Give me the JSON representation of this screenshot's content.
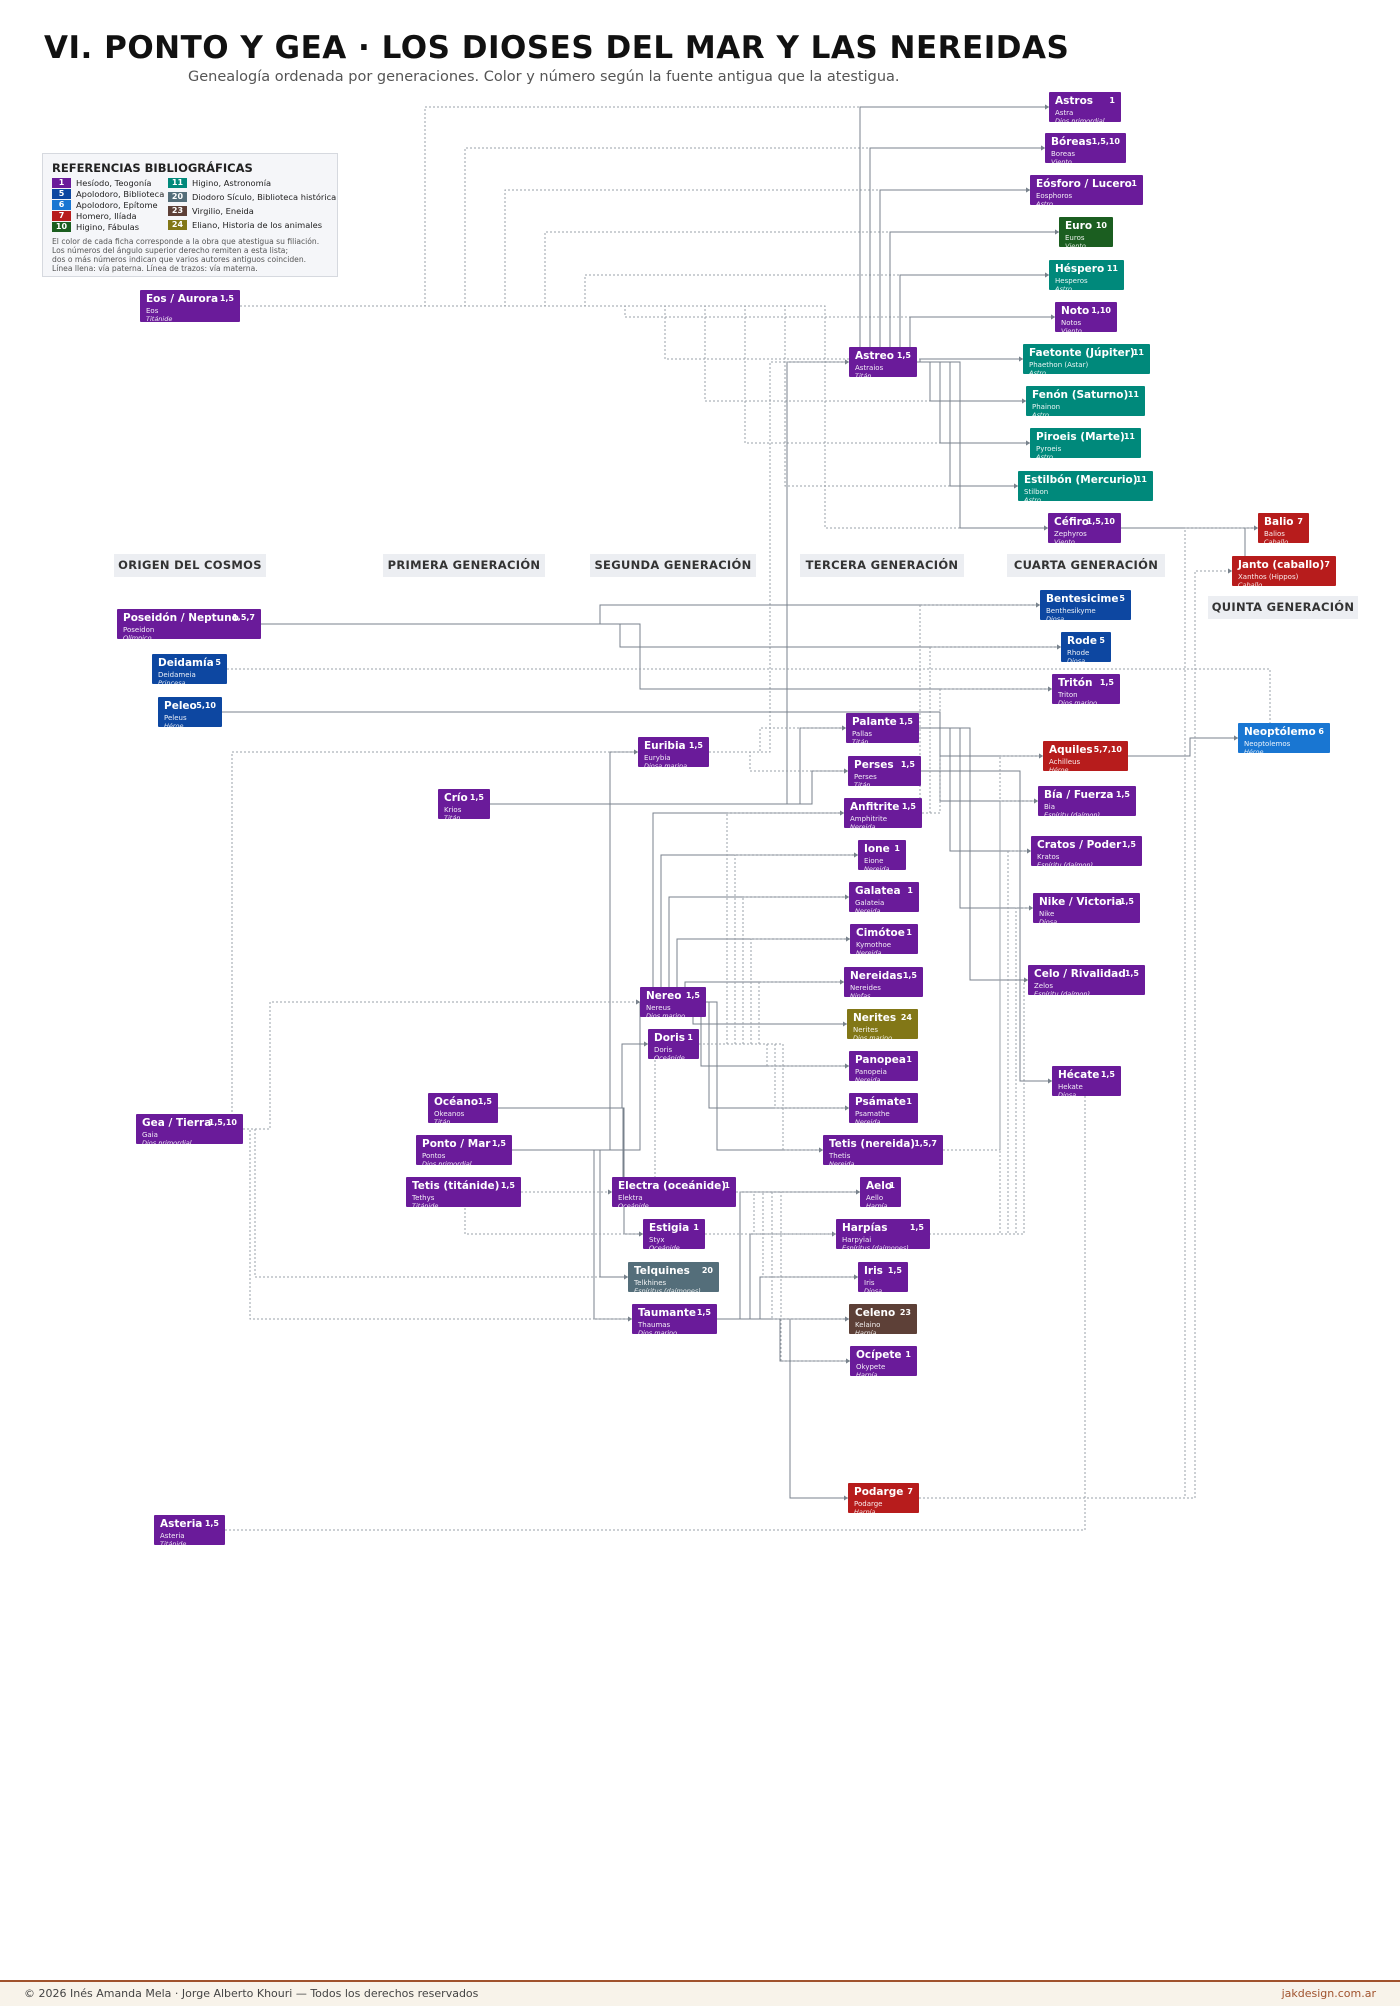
{
  "header": {
    "title": "VI. PONTO Y GEA · LOS DIOSES DEL MAR Y LAS NEREIDAS",
    "subtitle": "Genealogía ordenada por generaciones. Color y número según la fuente antigua que la atestigua."
  },
  "legend": {
    "title": "REFERENCIAS BIBLIOGRÁFICAS",
    "items": [
      {
        "num": "1",
        "label": "Hesíodo, Teogonía",
        "color": "#6a1b9a"
      },
      {
        "num": "5",
        "label": "Apolodoro, Biblioteca",
        "color": "#0d47a1"
      },
      {
        "num": "6",
        "label": "Apolodoro, Epítome",
        "color": "#1976d2"
      },
      {
        "num": "7",
        "label": "Homero, Ilíada",
        "color": "#b71c1c"
      },
      {
        "num": "10",
        "label": "Higino, Fábulas",
        "color": "#1b5e20"
      },
      {
        "num": "11",
        "label": "Higino, Astronomía",
        "color": "#00897b"
      },
      {
        "num": "20",
        "label": "Diodoro Sículo, Biblioteca histórica",
        "color": "#546e7a"
      },
      {
        "num": "23",
        "label": "Virgilio, Eneida",
        "color": "#5d4037"
      },
      {
        "num": "24",
        "label": "Eliano, Historia de los animales",
        "color": "#827717"
      }
    ],
    "notes": [
      "El color de cada ficha corresponde a la obra que atestigua su filiación.",
      "Los números del ángulo superior derecho remiten a esta lista;",
      "dos o más números indican que varios autores antiguos coinciden.",
      "Línea llena: vía paterna. Línea de trazos: vía materna."
    ]
  },
  "generations": [
    {
      "id": "g0",
      "label": "ORIGEN DEL COSMOS"
    },
    {
      "id": "g1",
      "label": "PRIMERA GENERACIÓN"
    },
    {
      "id": "g2",
      "label": "SEGUNDA GENERACIÓN"
    },
    {
      "id": "g3",
      "label": "TERCERA GENERACIÓN"
    },
    {
      "id": "g4",
      "label": "CUARTA GENERACIÓN"
    },
    {
      "id": "g5",
      "label": "QUINTA GENERACIÓN"
    }
  ],
  "colors": {
    "hesiodo": "#6a1b9a",
    "apolodoro_biblioteca": "#0d47a1",
    "apolodoro_epitome": "#1976d2",
    "homero": "#b71c1c",
    "higino_fabulas": "#1b5e20",
    "higino_astronomia": "#00897b",
    "diodoro": "#546e7a",
    "virgilio": "#5d4037",
    "eliano": "#827717",
    "line_paternal": "#78828c",
    "line_maternal": "#9aa0a8"
  },
  "nodes": [
    {
      "id": "astros",
      "name": "Astros",
      "src": "1",
      "greek": "Astra",
      "role": "Dios primordial",
      "color": "#6a1b9a"
    },
    {
      "id": "boreas",
      "name": "Bóreas",
      "src": "1,5,10",
      "greek": "Boreas",
      "role": "Viento",
      "color": "#6a1b9a"
    },
    {
      "id": "eosforo",
      "name": "Eósforo / Lucero",
      "src": "1",
      "greek": "Eosphoros",
      "role": "Astro",
      "color": "#6a1b9a"
    },
    {
      "id": "euro",
      "name": "Euro",
      "src": "10",
      "greek": "Euros",
      "role": "Viento",
      "color": "#1b5e20"
    },
    {
      "id": "hespero",
      "name": "Héspero",
      "src": "11",
      "greek": "Hesperos",
      "role": "Astro",
      "color": "#00897b"
    },
    {
      "id": "noto",
      "name": "Noto",
      "src": "1,10",
      "greek": "Notos",
      "role": "Viento",
      "color": "#6a1b9a"
    },
    {
      "id": "eos",
      "name": "Eos / Aurora",
      "src": "1,5",
      "greek": "Eos",
      "role": "Titánide",
      "color": "#6a1b9a"
    },
    {
      "id": "astreo",
      "name": "Astreo",
      "src": "1,5",
      "greek": "Astraios",
      "role": "Titán",
      "color": "#6a1b9a"
    },
    {
      "id": "faetonte",
      "name": "Faetonte (Júpiter)",
      "src": "11",
      "greek": "Phaethon (Astar)",
      "role": "Astro",
      "color": "#00897b"
    },
    {
      "id": "fenon",
      "name": "Fenón (Saturno)",
      "src": "11",
      "greek": "Phainon",
      "role": "Astro",
      "color": "#00897b"
    },
    {
      "id": "piroeis",
      "name": "Piroeis (Marte)",
      "src": "11",
      "greek": "Pyroeis",
      "role": "Astro",
      "color": "#00897b"
    },
    {
      "id": "estilbon",
      "name": "Estilbón (Mercurio)",
      "src": "11",
      "greek": "Stilbon",
      "role": "Astro",
      "color": "#00897b"
    },
    {
      "id": "cefiro",
      "name": "Céfiro",
      "src": "1,5,10",
      "greek": "Zephyros",
      "role": "Viento",
      "color": "#6a1b9a"
    },
    {
      "id": "balio",
      "name": "Balio",
      "src": "7",
      "greek": "Balios",
      "role": "Caballo",
      "color": "#b71c1c"
    },
    {
      "id": "janto",
      "name": "Janto (caballo)",
      "src": "7",
      "greek": "Xanthos (Hippos)",
      "role": "Caballo",
      "color": "#b71c1c"
    },
    {
      "id": "poseidon",
      "name": "Poseidón / Neptuno",
      "src": "1,5,7",
      "greek": "Poseidon",
      "role": "Olímpico",
      "color": "#6a1b9a"
    },
    {
      "id": "bentesicime",
      "name": "Bentesicime",
      "src": "5",
      "greek": "Benthesikyme",
      "role": "Diosa",
      "color": "#0d47a1"
    },
    {
      "id": "deidamia",
      "name": "Deidamía",
      "src": "5",
      "greek": "Deidameia",
      "role": "Princesa",
      "color": "#0d47a1"
    },
    {
      "id": "rode",
      "name": "Rode",
      "src": "5",
      "greek": "Rhode",
      "role": "Diosa",
      "color": "#0d47a1"
    },
    {
      "id": "peleo",
      "name": "Peleo",
      "src": "5,10",
      "greek": "Peleus",
      "role": "Héroe",
      "color": "#0d47a1"
    },
    {
      "id": "triton",
      "name": "Tritón",
      "src": "1,5",
      "greek": "Triton",
      "role": "Dios marino",
      "color": "#6a1b9a"
    },
    {
      "id": "palante",
      "name": "Palante",
      "src": "1,5",
      "greek": "Pallas",
      "role": "Titán",
      "color": "#6a1b9a"
    },
    {
      "id": "neoptolemo",
      "name": "Neoptólemo",
      "src": "6",
      "greek": "Neoptolemos",
      "role": "Héroe",
      "color": "#1976d2"
    },
    {
      "id": "euribia",
      "name": "Euribia",
      "src": "1,5",
      "greek": "Eurybia",
      "role": "Diosa marina",
      "color": "#6a1b9a"
    },
    {
      "id": "aquiles",
      "name": "Aquiles",
      "src": "5,7,10",
      "greek": "Achilleus",
      "role": "Héroe",
      "color": "#b71c1c"
    },
    {
      "id": "perses",
      "name": "Perses",
      "src": "1,5",
      "greek": "Perses",
      "role": "Titán",
      "color": "#6a1b9a"
    },
    {
      "id": "bia",
      "name": "Bía / Fuerza",
      "src": "1,5",
      "greek": "Bia",
      "role": "Espíritu (daímon)",
      "color": "#6a1b9a"
    },
    {
      "id": "crio",
      "name": "Crío",
      "src": "1,5",
      "greek": "Krios",
      "role": "Titán",
      "color": "#6a1b9a"
    },
    {
      "id": "anfitrite",
      "name": "Anfitrite",
      "src": "1,5",
      "greek": "Amphitrite",
      "role": "Nereida",
      "color": "#6a1b9a"
    },
    {
      "id": "cratos",
      "name": "Cratos / Poder",
      "src": "1,5",
      "greek": "Kratos",
      "role": "Espíritu (daímon)",
      "color": "#6a1b9a"
    },
    {
      "id": "ione",
      "name": "Ione",
      "src": "1",
      "greek": "Eione",
      "role": "Nereida",
      "color": "#6a1b9a"
    },
    {
      "id": "galatea",
      "name": "Galatea",
      "src": "1",
      "greek": "Galateia",
      "role": "Nereida",
      "color": "#6a1b9a"
    },
    {
      "id": "nike",
      "name": "Nike / Victoria",
      "src": "1,5",
      "greek": "Nike",
      "role": "Diosa",
      "color": "#6a1b9a"
    },
    {
      "id": "cimotoe",
      "name": "Cimótoe",
      "src": "1",
      "greek": "Kymothoe",
      "role": "Nereida",
      "color": "#6a1b9a"
    },
    {
      "id": "nereidas",
      "name": "Nereidas",
      "src": "1,5",
      "greek": "Nereides",
      "role": "Ninfas",
      "color": "#6a1b9a"
    },
    {
      "id": "celo",
      "name": "Celo / Rivalidad",
      "src": "1,5",
      "greek": "Zelos",
      "role": "Espíritu (daímon)",
      "color": "#6a1b9a"
    },
    {
      "id": "nereo",
      "name": "Nereo",
      "src": "1,5",
      "greek": "Nereus",
      "role": "Dios marino",
      "color": "#6a1b9a"
    },
    {
      "id": "nerites",
      "name": "Nerites",
      "src": "24",
      "greek": "Nerites",
      "role": "Dios marino",
      "color": "#827717"
    },
    {
      "id": "doris",
      "name": "Doris",
      "src": "1",
      "greek": "Doris",
      "role": "Oceánide",
      "color": "#6a1b9a"
    },
    {
      "id": "panopea",
      "name": "Panopea",
      "src": "1",
      "greek": "Panopeia",
      "role": "Nereida",
      "color": "#6a1b9a"
    },
    {
      "id": "hecate",
      "name": "Hécate",
      "src": "1,5",
      "greek": "Hekate",
      "role": "Diosa",
      "color": "#6a1b9a"
    },
    {
      "id": "oceano",
      "name": "Océano",
      "src": "1,5",
      "greek": "Okeanos",
      "role": "Titán",
      "color": "#6a1b9a"
    },
    {
      "id": "psamate",
      "name": "Psámate",
      "src": "1",
      "greek": "Psamathe",
      "role": "Nereida",
      "color": "#6a1b9a"
    },
    {
      "id": "gea",
      "name": "Gea / Tierra",
      "src": "1,5,10",
      "greek": "Gaia",
      "role": "Dios primordial",
      "color": "#6a1b9a"
    },
    {
      "id": "ponto",
      "name": "Ponto / Mar",
      "src": "1,5",
      "greek": "Pontos",
      "role": "Dios primordial",
      "color": "#6a1b9a"
    },
    {
      "id": "tetis_nereida",
      "name": "Tetis (nereida)",
      "src": "1,5,7",
      "greek": "Thetis",
      "role": "Nereida",
      "color": "#6a1b9a"
    },
    {
      "id": "tetis_titanide",
      "name": "Tetis (titánide)",
      "src": "1,5",
      "greek": "Tethys",
      "role": "Titánide",
      "color": "#6a1b9a"
    },
    {
      "id": "electra",
      "name": "Electra (oceánide)",
      "src": "1",
      "greek": "Elektra",
      "role": "Oceánide",
      "color": "#6a1b9a"
    },
    {
      "id": "aelo",
      "name": "Aelo",
      "src": "1",
      "greek": "Aello",
      "role": "Harpía",
      "color": "#6a1b9a"
    },
    {
      "id": "estigia",
      "name": "Estigia",
      "src": "1",
      "greek": "Styx",
      "role": "Oceánide",
      "color": "#6a1b9a"
    },
    {
      "id": "harpias",
      "name": "Harpías",
      "src": "1,5",
      "greek": "Harpyiai",
      "role": "Espíritus (daímones)",
      "color": "#6a1b9a"
    },
    {
      "id": "telquines",
      "name": "Telquines",
      "src": "20",
      "greek": "Telkhines",
      "role": "Espíritus (daímones)",
      "color": "#546e7a"
    },
    {
      "id": "iris",
      "name": "Iris",
      "src": "1,5",
      "greek": "Iris",
      "role": "Diosa",
      "color": "#6a1b9a"
    },
    {
      "id": "taumante",
      "name": "Taumante",
      "src": "1,5",
      "greek": "Thaumas",
      "role": "Dios marino",
      "color": "#6a1b9a"
    },
    {
      "id": "celeno",
      "name": "Celeno",
      "src": "23",
      "greek": "Kelaino",
      "role": "Harpía",
      "color": "#5d4037"
    },
    {
      "id": "ocipete",
      "name": "Ocípete",
      "src": "1",
      "greek": "Okypete",
      "role": "Harpía",
      "color": "#6a1b9a"
    },
    {
      "id": "podarge",
      "name": "Podarge",
      "src": "7",
      "greek": "Podarge",
      "role": "Harpía",
      "color": "#b71c1c"
    },
    {
      "id": "asteria",
      "name": "Asteria",
      "src": "1,5",
      "greek": "Asteria",
      "role": "Titánide",
      "color": "#6a1b9a"
    }
  ],
  "footer": {
    "left": "© 2026  Inés Amanda Mela  ·  Jorge Alberto Khouri  —  Todos los derechos reservados",
    "right": "jakdesign.com.ar"
  }
}
